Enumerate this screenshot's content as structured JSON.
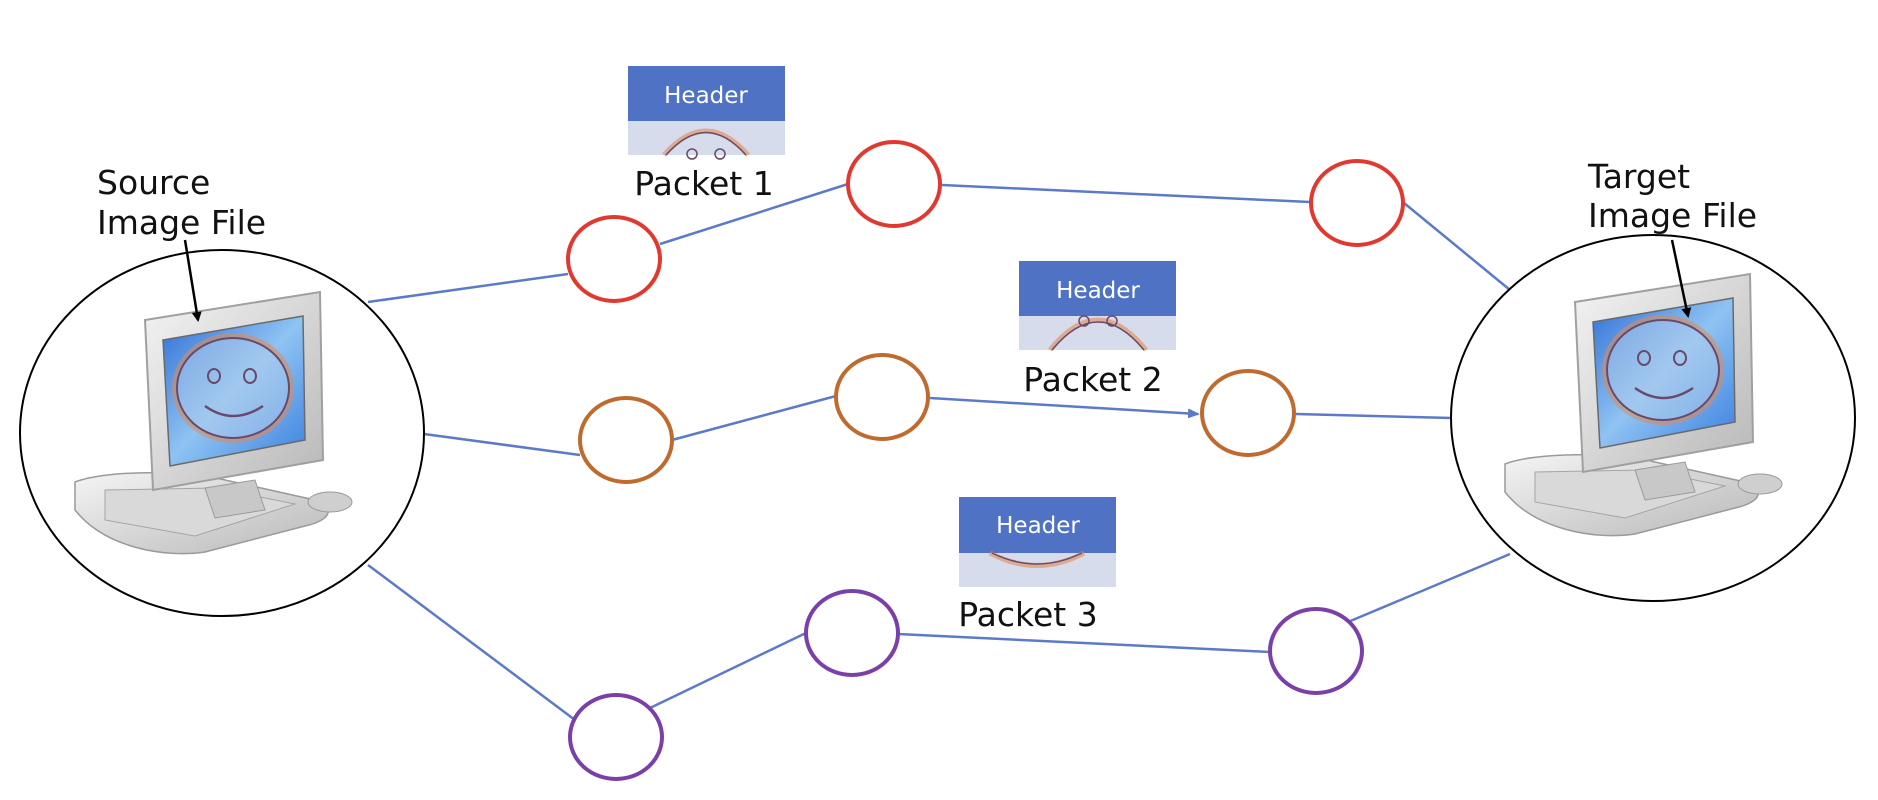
{
  "source": {
    "label_line1": "Source",
    "label_line2": "Image File"
  },
  "target": {
    "label_line1": "Target",
    "label_line2": "Image File"
  },
  "packets": [
    {
      "header": "Header",
      "label": "Packet 1"
    },
    {
      "header": "Header",
      "label": "Packet 2"
    },
    {
      "header": "Header",
      "label": "Packet 3"
    }
  ],
  "colors": {
    "link": "#5b7bc8",
    "route1": "#e03a30",
    "route2": "#bf6a2e",
    "route3": "#7b3fa8",
    "header_fill": "#4f72c4",
    "payload_fill": "#d6dcec"
  },
  "icons": [
    "computer-icon",
    "smiley-icon",
    "arrow-icon",
    "router-node-icon"
  ]
}
